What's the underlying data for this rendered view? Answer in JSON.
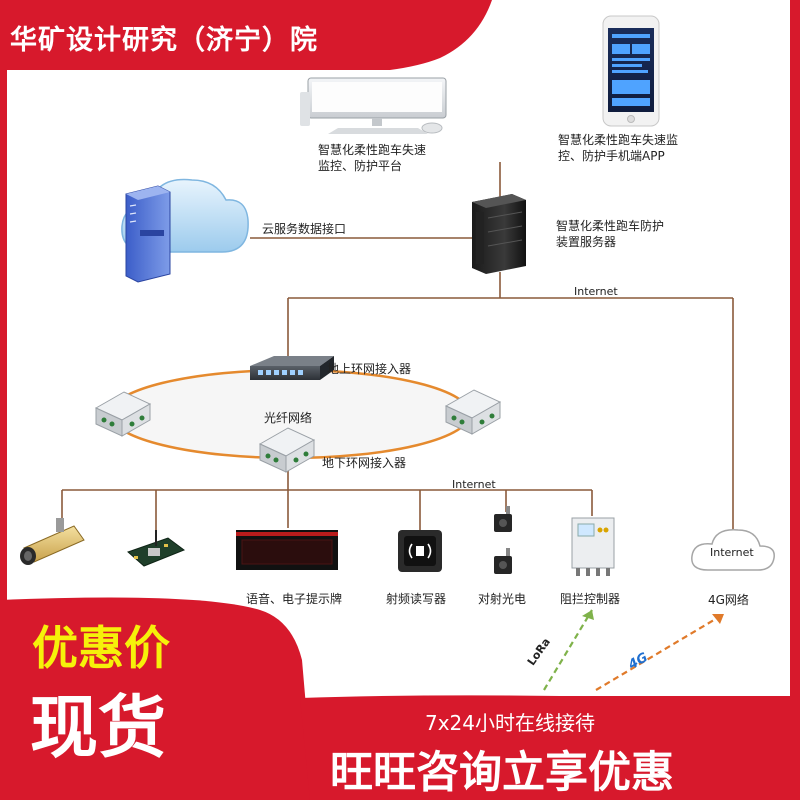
{
  "header": {
    "company": "华矿设计研究（济宁）院"
  },
  "nodes": {
    "platform": "智慧化柔性跑车失速监控、防护平台",
    "app": "智慧化柔性跑车失速监控、防护手机端APP",
    "server": "智慧化柔性跑车防护装置服务器",
    "cloud_interface": "云服务数据接口",
    "internet_top": "Internet",
    "ground_ring": "地上环网接入器",
    "fiber_network": "光纤网络",
    "underground_ring": "地下环网接入器",
    "internet_mid": "Internet",
    "voice_sign": "语音、电子提示牌",
    "rfid_reader": "射频读写器",
    "photoelectric": "对射光电",
    "barrier_controller": "阻拦控制器",
    "internet_cloud": "Internet",
    "network_4g": "4G网络",
    "lora": "LoRa",
    "badge_4g": "4G"
  },
  "promo": {
    "discount": "优惠价",
    "in_stock": "现货",
    "service_hours": "7x24小时在线接待",
    "consult": "旺旺咨询立享优惠"
  },
  "colors": {
    "brand_red": "#d7192c",
    "line_brown": "#8a5a3a",
    "ring_orange": "#e58a2e",
    "promo_yellow": "#f6f10a",
    "lora_green": "#7fb24a",
    "g4_orange": "#e07a2a"
  }
}
